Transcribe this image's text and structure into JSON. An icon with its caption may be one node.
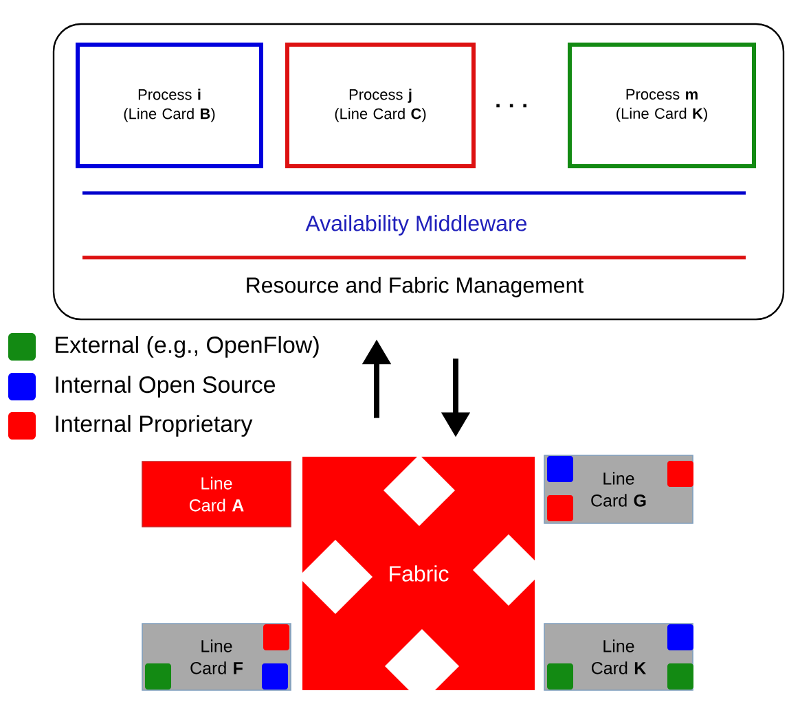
{
  "diagram": {
    "nodes": [
      {
        "text": [
          "Availability Middleware",
          "Resource and Fabric Management"
        ]
      },
      {
        "text": [
          "Process **i** (Line Card **B**)"
        ],
        "in": 0
      },
      {
        "text": [
          "Process **j** (Line Card **C**)"
        ],
        "in": 0
      },
      {
        "text": [
          "Process **m** (Line Card **K**)"
        ],
        "in": 0
      },
      {
        "text": [
          "Line Card **A**"
        ]
      },
      {
        "text": [
          "Fabric"
        ]
      },
      {
        "text": [
          "Line Card **G**"
        ]
      },
      {
        "text": [
          "Line Card **F**"
        ]
      },
      {
        "text": [
          "Line Card **K**"
        ]
      }
    ],
    "edges": [
      {
        "from": 5,
        "to": 0,
        "arrow": "to"
      },
      {
        "from": 0,
        "to": 5,
        "arrow": "to"
      }
    ],
    "labels": [
      "· · ·"
    ],
    "legend": [
      {
        "text": "External (e.g., OpenFlow)",
        "color": "#138a13"
      },
      {
        "text": "Internal Open Source",
        "color": "#0000ff"
      },
      {
        "text": "Internal Proprietary",
        "color": "#ff0000"
      }
    ]
  }
}
